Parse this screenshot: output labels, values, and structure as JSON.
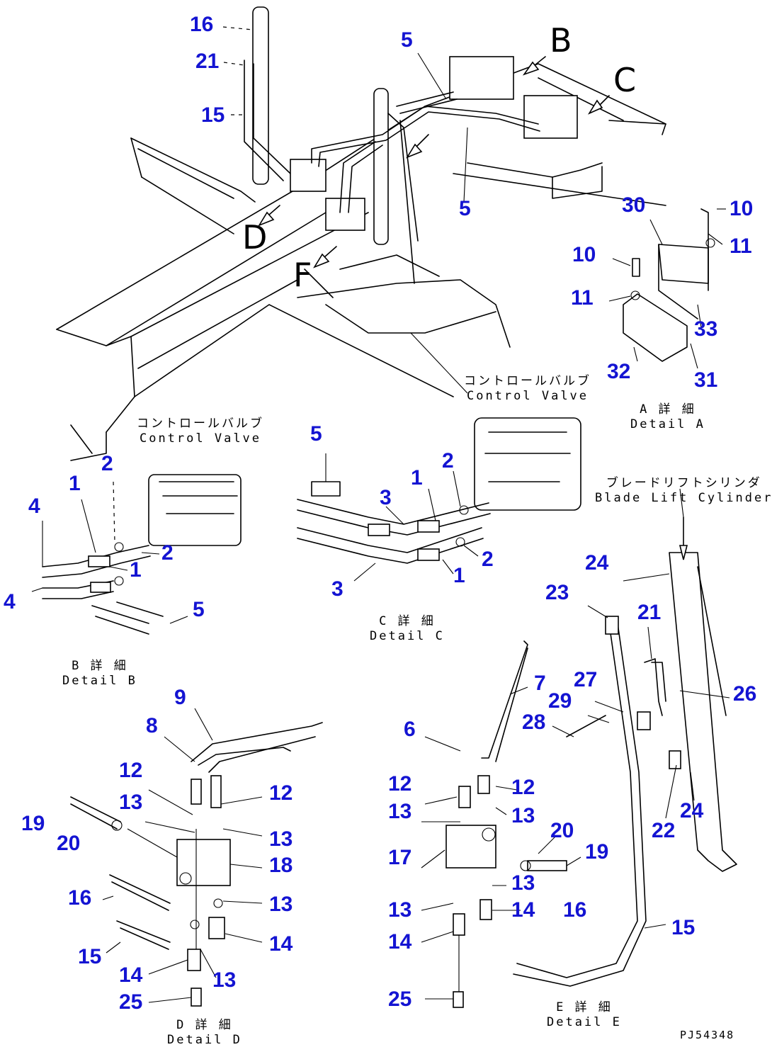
{
  "callouts": [
    {
      "id": "c-16-top",
      "text": "16"
    },
    {
      "id": "c-21-top",
      "text": "21"
    },
    {
      "id": "c-15-top",
      "text": "15"
    },
    {
      "id": "c-5-top",
      "text": "5"
    },
    {
      "id": "c-5-mid",
      "text": "5"
    },
    {
      "id": "c-30",
      "text": "30"
    },
    {
      "id": "c-10-right",
      "text": "10"
    },
    {
      "id": "c-11-right",
      "text": "11"
    },
    {
      "id": "c-10-left",
      "text": "10"
    },
    {
      "id": "c-11-left",
      "text": "11"
    },
    {
      "id": "c-33",
      "text": "33"
    },
    {
      "id": "c-32",
      "text": "32"
    },
    {
      "id": "c-31",
      "text": "31"
    },
    {
      "id": "b-2-top",
      "text": "2"
    },
    {
      "id": "b-1-top",
      "text": "1"
    },
    {
      "id": "b-4-top",
      "text": "4"
    },
    {
      "id": "b-2-mid",
      "text": "2"
    },
    {
      "id": "b-1-mid",
      "text": "1"
    },
    {
      "id": "b-4-bot",
      "text": "4"
    },
    {
      "id": "b-5",
      "text": "5"
    },
    {
      "id": "cc-5",
      "text": "5"
    },
    {
      "id": "cc-2-top",
      "text": "2"
    },
    {
      "id": "cc-1-top",
      "text": "1"
    },
    {
      "id": "cc-3-top",
      "text": "3"
    },
    {
      "id": "cc-2-bot",
      "text": "2"
    },
    {
      "id": "cc-1-bot",
      "text": "1"
    },
    {
      "id": "cc-3-bot",
      "text": "3"
    },
    {
      "id": "e-24-top",
      "text": "24"
    },
    {
      "id": "e-23",
      "text": "23"
    },
    {
      "id": "e-21",
      "text": "21"
    },
    {
      "id": "e-7",
      "text": "7"
    },
    {
      "id": "e-27",
      "text": "27"
    },
    {
      "id": "e-26",
      "text": "26"
    },
    {
      "id": "e-29",
      "text": "29"
    },
    {
      "id": "e-28",
      "text": "28"
    },
    {
      "id": "e-6",
      "text": "6"
    },
    {
      "id": "e-12-left",
      "text": "12"
    },
    {
      "id": "e-12-right",
      "text": "12"
    },
    {
      "id": "e-13-left",
      "text": "13"
    },
    {
      "id": "e-13-right",
      "text": "13"
    },
    {
      "id": "e-24-bot",
      "text": "24"
    },
    {
      "id": "e-20",
      "text": "20"
    },
    {
      "id": "e-22",
      "text": "22"
    },
    {
      "id": "e-17",
      "text": "17"
    },
    {
      "id": "e-19",
      "text": "19"
    },
    {
      "id": "e-13-mid",
      "text": "13"
    },
    {
      "id": "e-13-low",
      "text": "13"
    },
    {
      "id": "e-14-right",
      "text": "14"
    },
    {
      "id": "e-16",
      "text": "16"
    },
    {
      "id": "e-15",
      "text": "15"
    },
    {
      "id": "e-14-left",
      "text": "14"
    },
    {
      "id": "e-25",
      "text": "25"
    },
    {
      "id": "d-9",
      "text": "9"
    },
    {
      "id": "d-8",
      "text": "8"
    },
    {
      "id": "d-12-left",
      "text": "12"
    },
    {
      "id": "d-12-right",
      "text": "12"
    },
    {
      "id": "d-13-left",
      "text": "13"
    },
    {
      "id": "d-13-right",
      "text": "13"
    },
    {
      "id": "d-19",
      "text": "19"
    },
    {
      "id": "d-20",
      "text": "20"
    },
    {
      "id": "d-18",
      "text": "18"
    },
    {
      "id": "d-16",
      "text": "16"
    },
    {
      "id": "d-13-mid",
      "text": "13"
    },
    {
      "id": "d-15",
      "text": "15"
    },
    {
      "id": "d-14-right",
      "text": "14"
    },
    {
      "id": "d-14-left",
      "text": "14"
    },
    {
      "id": "d-13-low",
      "text": "13"
    },
    {
      "id": "d-25",
      "text": "25"
    }
  ],
  "view_letters": {
    "b": "B",
    "c": "C",
    "d": "D",
    "f": "F"
  },
  "captions": {
    "control_valve_main": {
      "jp": "コントロールバルブ",
      "en": "Control Valve"
    },
    "control_valve_b": {
      "jp": "コントロールバルブ",
      "en": "Control Valve"
    },
    "blade_lift_cylinder": {
      "jp": "ブレードリフトシリンダ",
      "en": "Blade Lift Cylinder"
    },
    "detail_a": {
      "jp": "A 詳 細",
      "en": "Detail A"
    },
    "detail_b": {
      "jp": "B 詳 細",
      "en": "Detail B"
    },
    "detail_c": {
      "jp": "C 詳 細",
      "en": "Detail C"
    },
    "detail_d": {
      "jp": "D 詳 細",
      "en": "Detail D"
    },
    "detail_e": {
      "jp": "E 詳 細",
      "en": "Detail E"
    }
  },
  "drawing_code": "PJ54348",
  "colors": {
    "callout": "#1414d2",
    "line": "#000000",
    "background": "#ffffff"
  }
}
